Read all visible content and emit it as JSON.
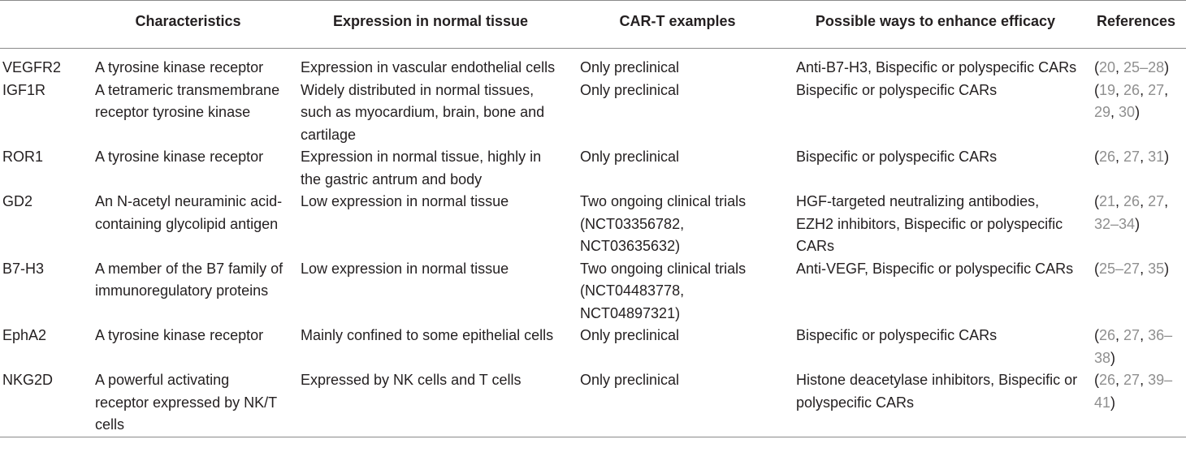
{
  "columns": [
    "",
    "Characteristics",
    "Expression in normal tissue",
    "CAR-T examples",
    "Possible ways to enhance efficacy",
    "References"
  ],
  "rows": [
    {
      "target": "VEGFR2",
      "characteristics": "A tyrosine kinase receptor",
      "expression": "Expression in vascular endothelial cells",
      "cart": "Only preclinical",
      "enhance": "Anti-B7-H3, Bispecific or polyspecific CARs",
      "refs": [
        "20",
        "25–28"
      ]
    },
    {
      "target": "IGF1R",
      "characteristics": "A tetrameric transmembrane receptor tyrosine kinase",
      "expression": "Widely distributed in normal tissues, such as myocardium, brain, bone and cartilage",
      "cart": "Only preclinical",
      "enhance": "Bispecific or polyspecific CARs",
      "refs": [
        "19",
        "26",
        "27",
        "29",
        "30"
      ]
    },
    {
      "target": "ROR1",
      "characteristics": "A tyrosine kinase receptor",
      "expression": "Expression in normal tissue, highly in the gastric antrum and body",
      "cart": "Only preclinical",
      "enhance": "Bispecific or polyspecific CARs",
      "refs": [
        "26",
        "27",
        "31"
      ]
    },
    {
      "target": "GD2",
      "characteristics": "An N-acetyl neuraminic acid-containing glycolipid antigen",
      "expression": "Low expression in normal tissue",
      "cart": "Two ongoing clinical trials (NCT03356782, NCT03635632)",
      "enhance": "HGF-targeted neutralizing antibodies, EZH2 inhibitors, Bispecific or polyspecific CARs",
      "refs": [
        "21",
        "26",
        "27",
        "32–34"
      ]
    },
    {
      "target": "B7-H3",
      "characteristics": "A member of the B7 family of immunoregulatory proteins",
      "expression": "Low expression in normal tissue",
      "cart": "Two ongoing clinical trials (NCT04483778, NCT04897321)",
      "enhance": "Anti-VEGF, Bispecific or polyspecific CARs",
      "refs": [
        "25–27",
        "35"
      ]
    },
    {
      "target": "EphA2",
      "characteristics": "A tyrosine kinase receptor",
      "expression": "Mainly confined to some epithelial cells",
      "cart": "Only preclinical",
      "enhance": "Bispecific or polyspecific CARs",
      "refs": [
        "26",
        "27",
        "36–38"
      ]
    },
    {
      "target": "NKG2D",
      "characteristics": "A powerful activating receptor expressed by NK/T cells",
      "expression": "Expressed by NK cells and T cells",
      "cart": "Only preclinical",
      "enhance": "Histone deacetylase inhibitors, Bispecific or polyspecific CARs",
      "refs": [
        "26",
        "27",
        "39–41"
      ]
    }
  ]
}
